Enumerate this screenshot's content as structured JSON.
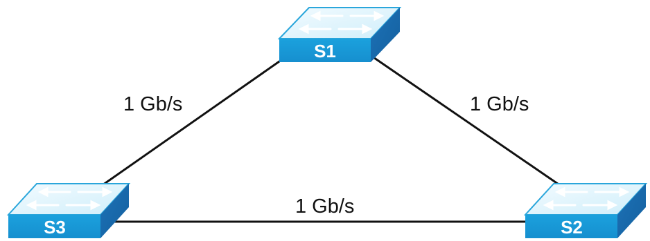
{
  "colors": {
    "background": "#ffffff",
    "line": "#111111",
    "switch_top": "#dff4fc",
    "switch_top_edge": "#2aa6db",
    "switch_front": "#1798d7",
    "switch_side": "#1d73b8",
    "arrow": "#ffffff"
  },
  "switches": {
    "s1": {
      "label": "S1",
      "icon": "network-switch-icon"
    },
    "s2": {
      "label": "S2",
      "icon": "network-switch-icon"
    },
    "s3": {
      "label": "S3",
      "icon": "network-switch-icon"
    }
  },
  "links": {
    "s1_s3": {
      "from": "S1",
      "to": "S3",
      "speed": "1 Gb/s"
    },
    "s1_s2": {
      "from": "S1",
      "to": "S2",
      "speed": "1 Gb/s"
    },
    "s3_s2": {
      "from": "S3",
      "to": "S2",
      "speed": "1 Gb/s"
    }
  }
}
